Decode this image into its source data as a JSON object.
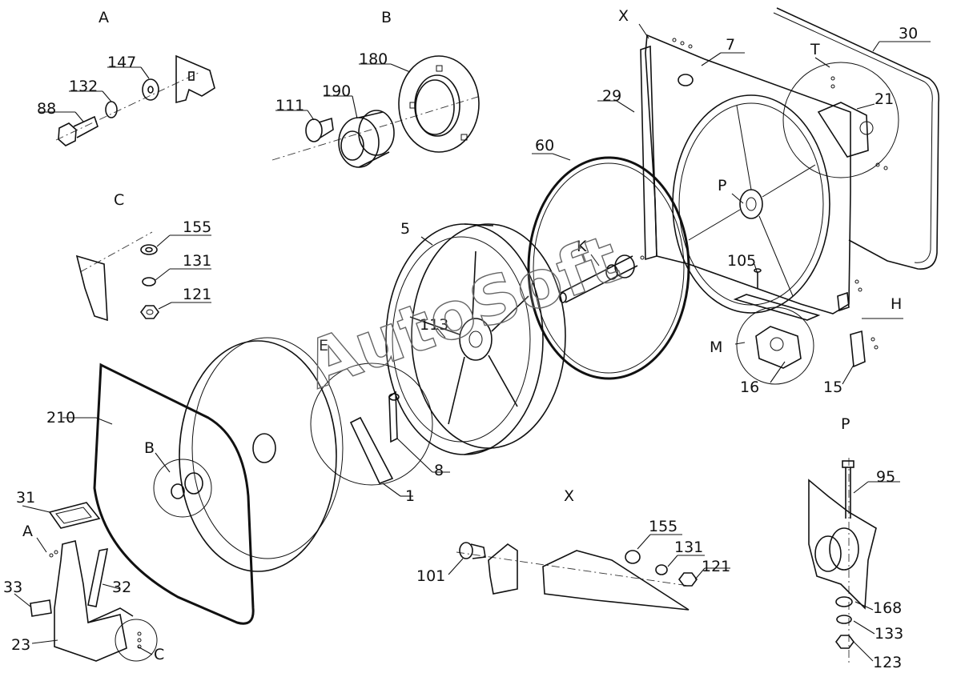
{
  "watermark": "AutoSoft",
  "detail_titles": {
    "A": "A",
    "B": "B",
    "C": "C",
    "X_top": "X",
    "X_detail": "X",
    "P_detail": "P"
  },
  "part_labels": {
    "p88": "88",
    "p132": "132",
    "p147": "147",
    "p111": "111",
    "p190": "190",
    "p180": "180",
    "p155": "155",
    "p131": "131",
    "p121": "121",
    "p29": "29",
    "p7": "7",
    "p30": "30",
    "T": "T",
    "p21": "21",
    "p60": "60",
    "P": "P",
    "K": "K",
    "p105": "105",
    "H": "H",
    "M": "M",
    "p16": "16",
    "p15": "15",
    "p5": "5",
    "p113": "113",
    "E": "E",
    "p210": "210",
    "B": "B",
    "p8": "8",
    "p1": "1",
    "p31": "31",
    "A": "A",
    "p33": "33",
    "p32": "32",
    "p23": "23",
    "C": "C",
    "p101": "101",
    "x155": "155",
    "x131": "131",
    "x121": "121",
    "p95": "95",
    "p168": "168",
    "p133": "133",
    "p123": "123"
  }
}
